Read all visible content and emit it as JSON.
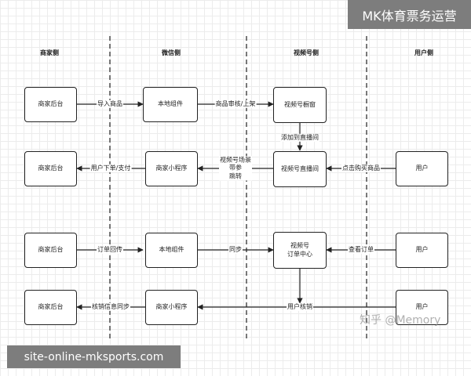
{
  "header_badge": "MK体育票务运营",
  "footer_badge": "site-online-mksports.com",
  "watermark": "知乎 @Memory",
  "lanes": {
    "merchant": "商家侧",
    "wechat": "微信侧",
    "channels": "视频号侧",
    "user": "用户侧"
  },
  "nodes": {
    "merchant_backend_1": "商家后台",
    "local_component_1": "本地组件",
    "channels_showcase": "视频号橱窗",
    "merchant_backend_2": "商家后台",
    "merchant_miniprogram_1": "商家小程序",
    "channels_live": "视频号直播间",
    "user_1": "用户",
    "merchant_backend_3": "商家后台",
    "local_component_2": "本地组件",
    "channels_order_center": "视频号\n订单中心",
    "user_2": "用户",
    "merchant_backend_4": "商家后台",
    "merchant_miniprogram_2": "商家小程序",
    "user_3": "用户"
  },
  "edges": {
    "import_goods": "导入商品",
    "review_list": "商品审核/上架",
    "add_to_live": "添加到直播间",
    "click_buy": "点击购买商品",
    "scene_jump": "视频号场景\n带参\n跳转",
    "user_order_pay": "用户下单/支付",
    "order_callback": "订单回传",
    "sync": "同步",
    "view_order": "查看订单",
    "user_verify": "用户核销",
    "verify_sync": "核销信息同步"
  },
  "colors": {
    "badge_bg": "#7d7d7d",
    "line": "#222222",
    "grid": "#ececec"
  }
}
